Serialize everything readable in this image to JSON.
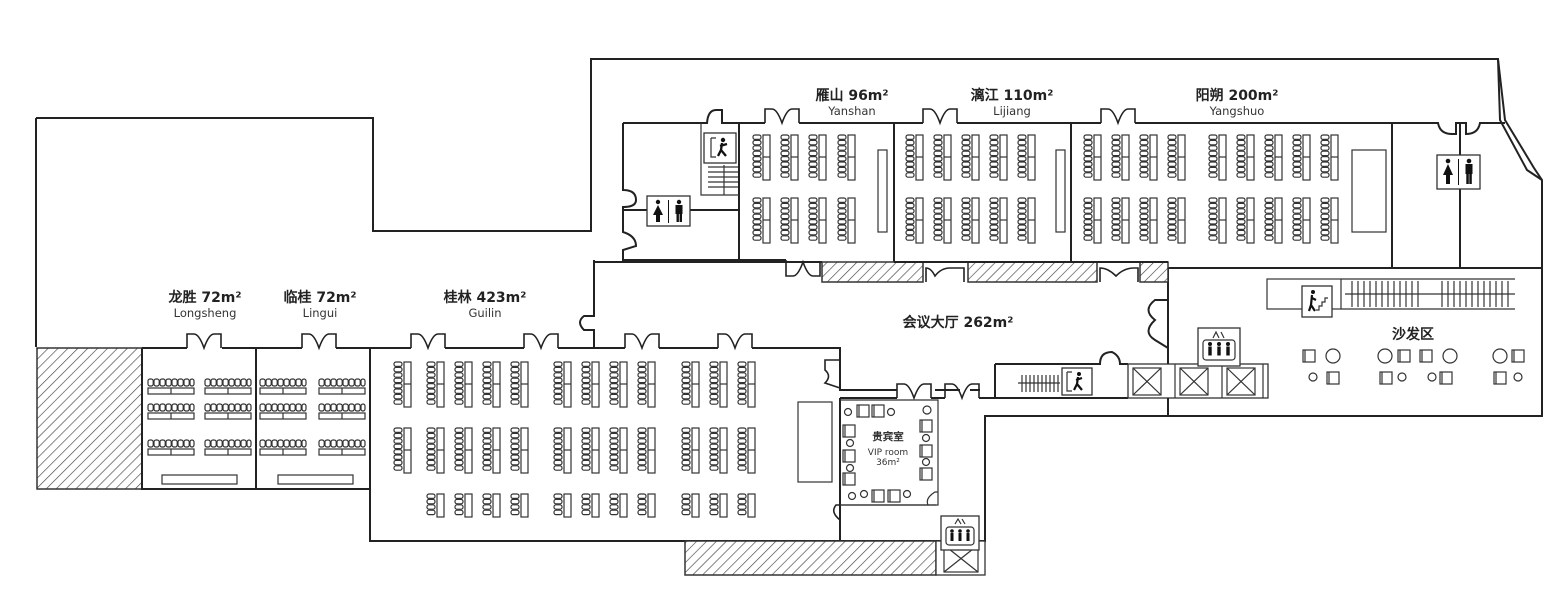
{
  "floor_plan": {
    "rooms": [
      {
        "id": "yanshan",
        "name_cn": "雁山",
        "area": "96m²",
        "name_en": "Yanshan"
      },
      {
        "id": "lijiang",
        "name_cn": "漓江",
        "area": "110m²",
        "name_en": "Lijiang"
      },
      {
        "id": "yangshuo",
        "name_cn": "阳朔",
        "area": "200m²",
        "name_en": "Yangshuo"
      },
      {
        "id": "longsheng",
        "name_cn": "龙胜",
        "area": "72m²",
        "name_en": "Longsheng"
      },
      {
        "id": "lingui",
        "name_cn": "临桂",
        "area": "72m²",
        "name_en": "Lingui"
      },
      {
        "id": "guilin",
        "name_cn": "桂林",
        "area": "423m²",
        "name_en": "Guilin"
      }
    ],
    "hall": {
      "name_cn": "会议大厅",
      "area": "262m²"
    },
    "vip": {
      "name_cn": "贵宾室",
      "name_en": "VIP room",
      "area": "36m²"
    },
    "lounge": {
      "name_cn": "沙发区"
    },
    "icons": {
      "restroom": "restroom-icon",
      "exit": "emergency-exit-icon",
      "elevator": "elevator-icon",
      "escalator": "escalator-icon"
    },
    "colors": {
      "wall": "#222222",
      "background": "#ffffff"
    }
  }
}
